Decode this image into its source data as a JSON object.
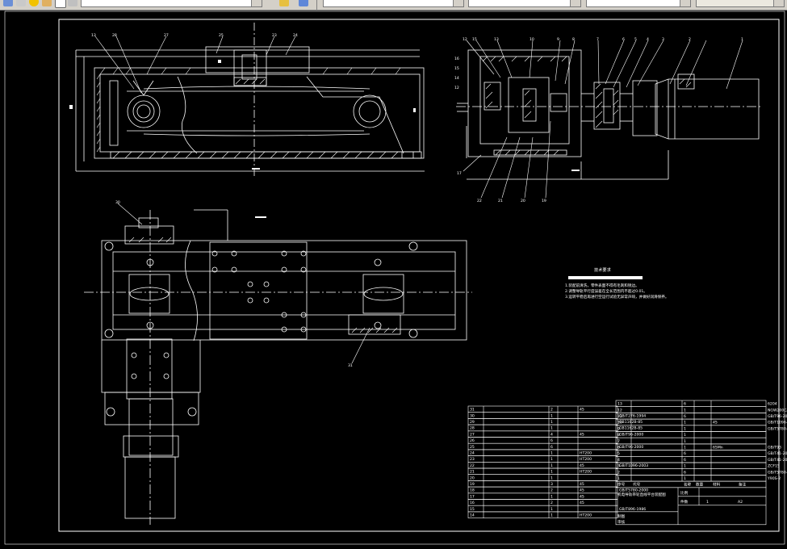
{
  "toolbar": {
    "combo1": "",
    "combo2": "",
    "combo3": "",
    "combo4": "",
    "combo5": ""
  },
  "drawing": {
    "tech_title": "技术要求",
    "tech_lines": [
      "1.装配前清洗，零件表面不得有毛刺和锐边。",
      "2.调整导轨平行度误差在全长范围内不超过0.01。",
      "3.运转平稳后再进行空运行试验无异常声响，并做好润滑保养。"
    ],
    "callouts_top_left": [
      "13",
      "28",
      "27",
      "25",
      "23",
      "24"
    ],
    "callouts_top_right": [
      "12",
      "15",
      "13",
      "10",
      "9",
      "8",
      "7",
      "6",
      "5",
      "4",
      "3",
      "2",
      "1"
    ],
    "callouts_right_side": [
      "16",
      "15",
      "14",
      "12"
    ],
    "callouts_bottom_right": [
      "22",
      "21",
      "20",
      "19",
      "17"
    ],
    "callout_plan_top": "30",
    "callout_plan_bottom": "31",
    "bom_left": [
      [
        "31",
        "",
        "2",
        "",
        "45",
        ""
      ],
      [
        "30",
        "",
        "1",
        "",
        "",
        "GB/T276-1994"
      ],
      [
        "29",
        "",
        "1",
        "",
        "",
        "GB1162B-85"
      ],
      [
        "28",
        "",
        "1",
        "",
        "",
        "GB1162B-85"
      ],
      [
        "27",
        "",
        "4",
        "",
        "45",
        "GB/T96-2000"
      ],
      [
        "26",
        "",
        "6",
        "",
        "",
        ""
      ],
      [
        "25",
        "",
        "6",
        "",
        "",
        "GB/T96-2000"
      ],
      [
        "24",
        "",
        "1",
        "",
        "HT200",
        ""
      ],
      [
        "23",
        "",
        "1",
        "",
        "HT200",
        ""
      ],
      [
        "22",
        "",
        "1",
        "",
        "45",
        "GB/T1096-2003"
      ],
      [
        "21",
        "",
        "1",
        "",
        "HT200",
        ""
      ],
      [
        "20",
        "",
        "1",
        "",
        "",
        ""
      ],
      [
        "19",
        "",
        "3",
        "",
        "45",
        ""
      ],
      [
        "18",
        "",
        "2",
        "",
        "45",
        "GB/T5780-2000"
      ],
      [
        "17",
        "",
        "1",
        "",
        "45",
        ""
      ],
      [
        "16",
        "",
        "2",
        "",
        "45",
        ""
      ],
      [
        "15",
        "",
        "1",
        "",
        "",
        "GB/T896-1986"
      ],
      [
        "14",
        "",
        "1",
        "",
        "HT200",
        ""
      ]
    ],
    "bom_right": [
      [
        "13",
        "",
        "6",
        "",
        "",
        "6204"
      ],
      [
        "12",
        "",
        "1",
        "",
        "",
        "NGW200CA"
      ],
      [
        "11",
        "",
        "6",
        "",
        "",
        "GB/T96-2000"
      ],
      [
        "10",
        "",
        "1",
        "",
        "45",
        "GB/T1096-2003"
      ],
      [
        "9",
        "",
        "1",
        "",
        "",
        "GB/T5780-2000"
      ],
      [
        "8",
        "",
        "1",
        "",
        "",
        ""
      ],
      [
        "7",
        "",
        "1",
        "",
        "",
        ""
      ],
      [
        "6",
        "",
        "1",
        "",
        "65Mn",
        "GB/T93"
      ],
      [
        "5",
        "",
        "6",
        "",
        "",
        "GB/T41-2000"
      ],
      [
        "4",
        "",
        "6",
        "",
        "",
        "GB/T41-2000"
      ],
      [
        "3",
        "",
        "1",
        "",
        "",
        "ZCF15"
      ],
      [
        "2",
        "",
        "6",
        "",
        "",
        "GB/T5780-2000"
      ],
      [
        "1",
        "",
        "1",
        "",
        "",
        "Y90S-2"
      ]
    ],
    "bom_header": [
      "序号",
      "代号",
      "名称",
      "数量",
      "材料",
      "备注"
    ],
    "title_block": {
      "title": "机电导轨带轮直线平台装配图",
      "ratio_label": "比例",
      "count_label": "件数",
      "count_value": "1",
      "sheet": "A2",
      "drawn_label": "制图",
      "check_label": "审核"
    }
  },
  "colors": {
    "background": "#000000",
    "lines": "#ffffff",
    "toolbar": "#d4d0c8"
  }
}
